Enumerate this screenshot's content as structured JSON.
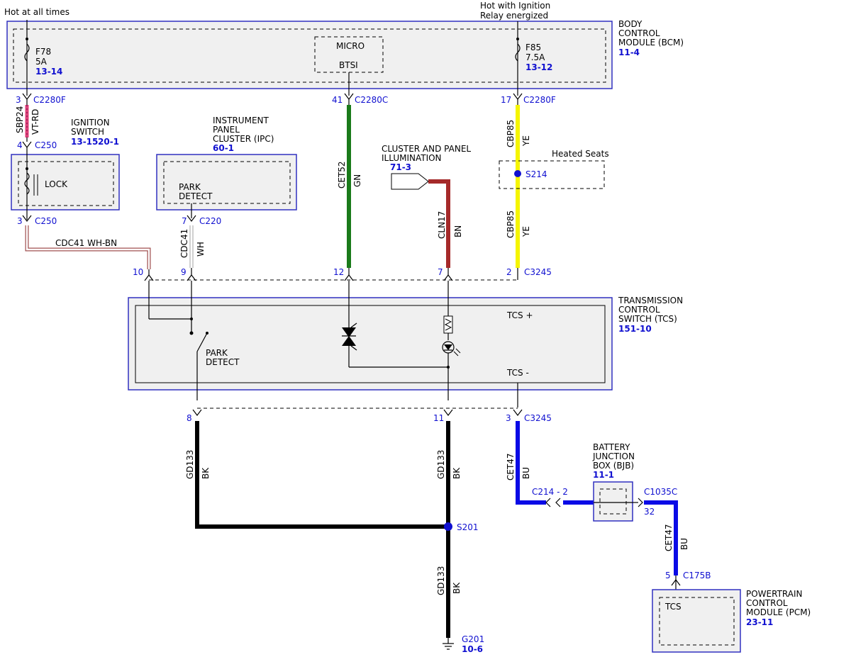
{
  "top_labels": {
    "hot_at_all_times": "Hot at all times",
    "hot_ignition_1": "Hot with Ignition",
    "hot_ignition_2": "Relay energized"
  },
  "bcm": {
    "title_lines": [
      "BODY",
      "CONTROL",
      "MODULE (BCM)"
    ],
    "ref": "11-4",
    "fuse_f78": {
      "name": "F78",
      "rating": "5A",
      "ref": "13-14"
    },
    "fuse_f85": {
      "name": "F85",
      "rating": "7.5A",
      "ref": "13-12"
    },
    "micro": {
      "top": "MICRO",
      "bottom": "BTSI"
    }
  },
  "connectors": {
    "c2280f_left": {
      "pin": "3",
      "name": "C2280F"
    },
    "c2280c": {
      "pin": "41",
      "name": "C2280C"
    },
    "c2280f_right": {
      "pin": "17",
      "name": "C2280F"
    },
    "c250_top": {
      "pin": "4",
      "name": "C250"
    },
    "c250_bottom": {
      "pin": "3",
      "name": "C250"
    },
    "c220": {
      "pin": "7",
      "name": "C220"
    },
    "c3245_top_pin10": "10",
    "c3245_top_pin9": "9",
    "c3245_top_pin12": "12",
    "c3245_top_pin7": "7",
    "c3245_top": {
      "pin": "2",
      "name": "C3245"
    },
    "c3245_bottom_pin8": "8",
    "c3245_bottom_pin11": "11",
    "c3245_bottom": {
      "pin": "3",
      "name": "C3245"
    },
    "c214": {
      "label": "C214 - 2"
    },
    "c1035c": {
      "pin": "32",
      "name": "C1035C"
    },
    "c175b": {
      "pin": "5",
      "name": "C175B"
    }
  },
  "ignition_switch": {
    "title_lines": [
      "IGNITION",
      "SWITCH"
    ],
    "ref1": "13-15",
    "ref2": "20-1",
    "lock_label": "LOCK"
  },
  "ipc": {
    "title_lines": [
      "INSTRUMENT",
      "PANEL",
      "CLUSTER (IPC)"
    ],
    "ref": "60-1",
    "inner_lines": [
      "PARK",
      "DETECT"
    ]
  },
  "illumination": {
    "title_lines": [
      "CLUSTER AND PANEL",
      "ILLUMINATION"
    ],
    "ref": "71-3"
  },
  "heated_seats": {
    "label": "Heated Seats",
    "splice": "S214"
  },
  "tcs": {
    "title_lines": [
      "TRANSMISSION",
      "CONTROL",
      "SWITCH (TCS)"
    ],
    "ref": "151-10",
    "tcs_plus": "TCS +",
    "tcs_minus": "TCS -",
    "park_detect_lines": [
      "PARK",
      "DETECT"
    ]
  },
  "bjb": {
    "title_lines": [
      "BATTERY",
      "JUNCTION",
      "BOX (BJB)"
    ],
    "ref": "11-1"
  },
  "pcm": {
    "title_lines": [
      "POWERTRAIN",
      "CONTROL",
      "MODULE (PCM)"
    ],
    "ref": "23-11",
    "inner": "TCS"
  },
  "wires": {
    "sbp24": {
      "circuit": "SBP24",
      "color": "VT-RD",
      "hex": "#e0407a"
    },
    "cdc41_horizontal": {
      "label": "CDC41  WH-BN"
    },
    "cdc41": {
      "circuit": "CDC41",
      "color": "WH"
    },
    "cet52": {
      "circuit": "CET52",
      "color": "GN",
      "hex": "#1a7a1a"
    },
    "cln17": {
      "circuit": "CLN17",
      "color": "BN",
      "hex": "#a52a2a"
    },
    "cbp85_top": {
      "circuit": "CBP85",
      "color": "YE",
      "hex": "#f5f500"
    },
    "cbp85_bottom": {
      "circuit": "CBP85",
      "color": "YE"
    },
    "gd133_left": {
      "circuit": "GD133",
      "color": "BK"
    },
    "gd133_mid": {
      "circuit": "GD133",
      "color": "BK"
    },
    "gd133_low": {
      "circuit": "GD133",
      "color": "BK"
    },
    "cet47_left": {
      "circuit": "CET47",
      "color": "BU",
      "hex": "#0a0ae6"
    },
    "cet47_right": {
      "circuit": "CET47",
      "color": "BU"
    }
  },
  "splices": {
    "s201": "S201"
  },
  "ground": {
    "name": "G201",
    "ref": "10-6"
  }
}
